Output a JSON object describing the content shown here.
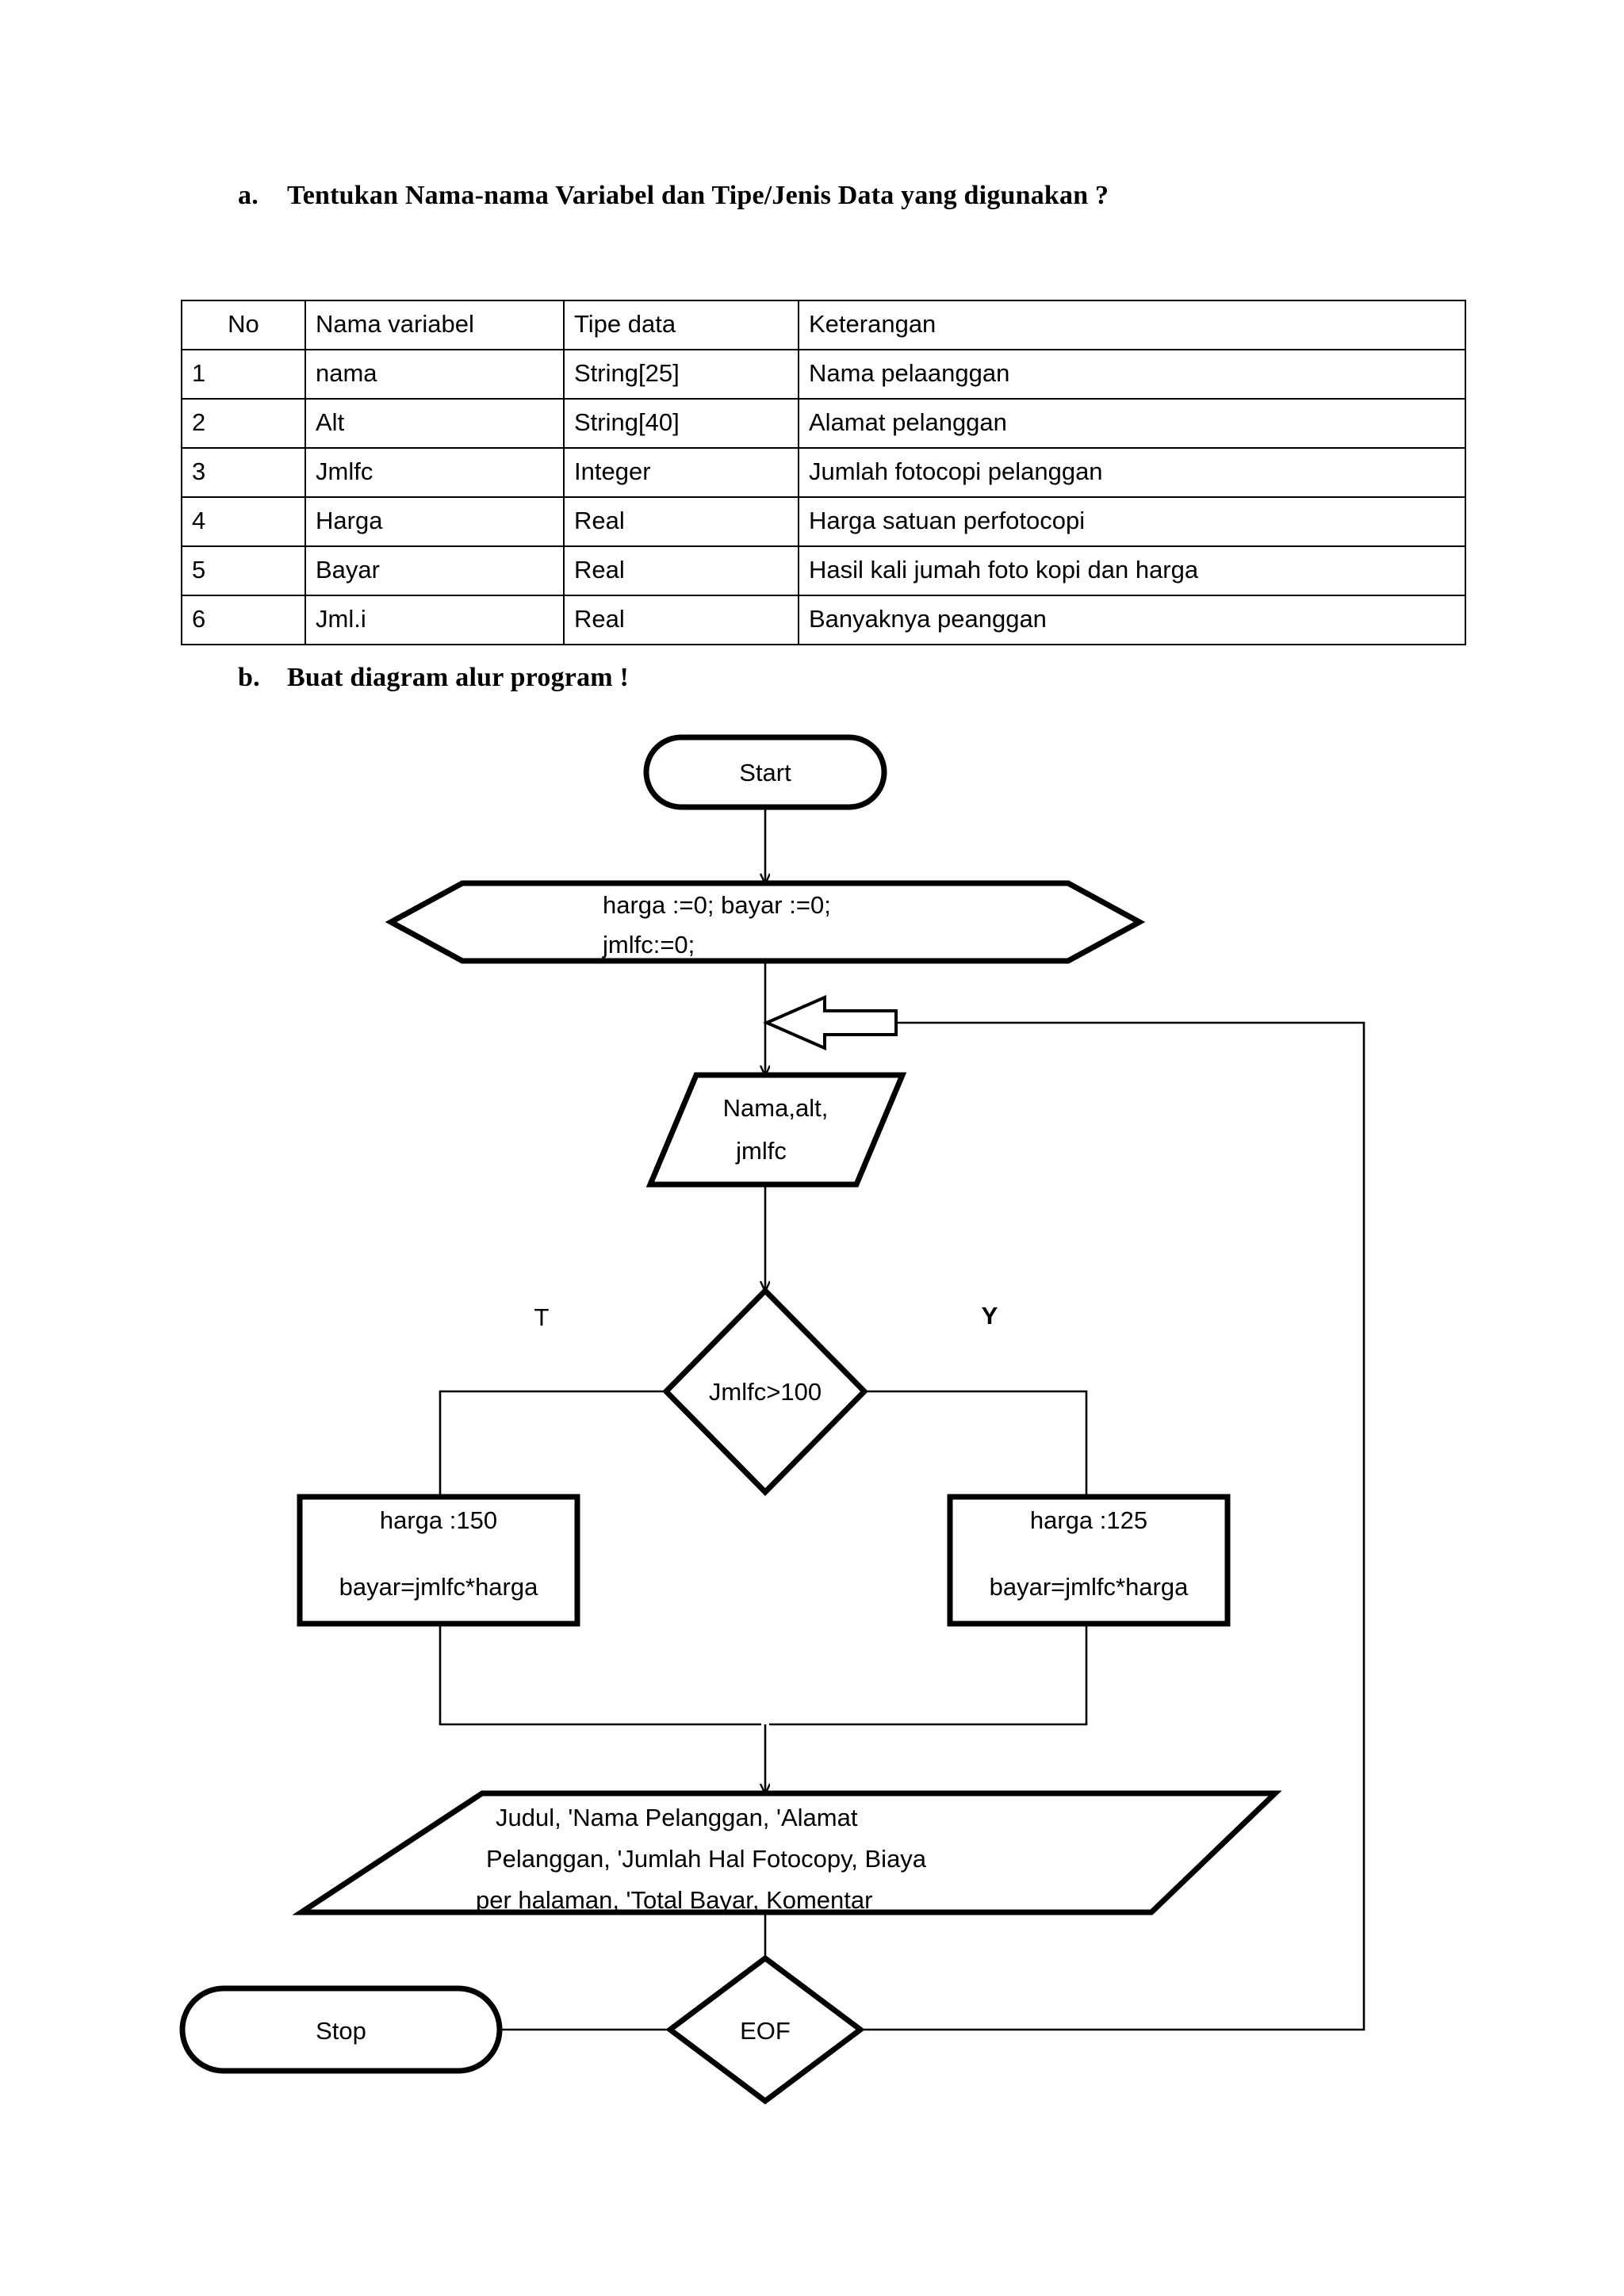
{
  "sections": {
    "a": {
      "marker": "a.",
      "title": "Tentukan Nama-nama Variabel dan Tipe/Jenis Data yang digunakan ?"
    },
    "b": {
      "marker": "b.",
      "title": "Buat diagram alur program !"
    }
  },
  "variable_table": {
    "headers": [
      "No",
      "Nama variabel",
      "Tipe data",
      "Keterangan"
    ],
    "rows": [
      [
        "1",
        "nama",
        "String[25]",
        "Nama pelaanggan"
      ],
      [
        "2",
        "Alt",
        "String[40]",
        "Alamat pelanggan"
      ],
      [
        "3",
        "Jmlfc",
        "Integer",
        "Jumlah fotocopi pelanggan"
      ],
      [
        "4",
        "Harga",
        "Real",
        "Harga satuan perfotocopi"
      ],
      [
        "5",
        "Bayar",
        "Real",
        "Hasil kali jumah foto kopi dan harga"
      ],
      [
        "6",
        "Jml.i",
        "Real",
        "Banyaknya peanggan"
      ]
    ]
  },
  "flowchart": {
    "start": {
      "label": "Start"
    },
    "init": {
      "line1": "harga :=0; bayar :=0;",
      "line2": "jmlfc:=0;"
    },
    "input": {
      "line1": "Nama,alt,",
      "line2": "jmlfc"
    },
    "decision": {
      "label": "Jmlfc>100"
    },
    "branch_true_label": "T",
    "branch_false_label": "Y",
    "process_left": {
      "line1": "harga :150",
      "line2": "bayar=jmlfc*harga"
    },
    "process_right": {
      "line1": "harga :125",
      "line2": "bayar=jmlfc*harga"
    },
    "output": {
      "line1": "Judul, 'Nama Pelanggan, 'Alamat",
      "line2": "Pelanggan, 'Jumlah Hal Fotocopy, Biaya",
      "line3": "per halaman, 'Total Bayar, Komentar"
    },
    "eof": {
      "label": "EOF"
    },
    "stop": {
      "label": "Stop"
    },
    "colors": {
      "stroke": "#000000",
      "fill": "#ffffff"
    }
  }
}
